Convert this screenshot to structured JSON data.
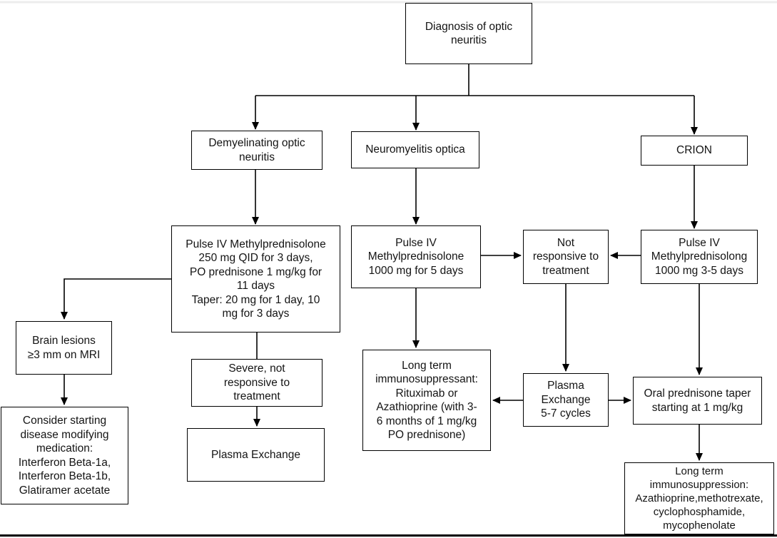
{
  "diagram": {
    "type": "flowchart",
    "topic": "Treatment algorithm for optic neuritis"
  },
  "style": {
    "background": "#ffffff",
    "box_fill": "#ffffff",
    "box_border": "#000000",
    "text_color": "#141414",
    "connector_color": "#000000",
    "top_rule_color": "#ededed",
    "bottom_rule_color": "#000000"
  },
  "nodes": {
    "diagnosis": {
      "label": "Diagnosis of optic\nneuritis"
    },
    "demyelinating": {
      "label": "Demyelinating optic\nneuritis"
    },
    "neuromyelitis": {
      "label": "Neuromyelitis optica"
    },
    "crion": {
      "label": "CRION"
    },
    "pulse_demyelinating": {
      "label": "Pulse IV Methylprednisolone\n250 mg QID for 3 days,\nPO prednisone 1 mg/kg for\n11 days\nTaper: 20 mg for 1 day, 10\nmg for 3 days"
    },
    "pulse_nmo": {
      "label": "Pulse IV\nMethylprednisolone\n1000 mg for 5 days"
    },
    "not_responsive": {
      "label": "Not\nresponsive to\ntreatment"
    },
    "pulse_crion": {
      "label": "Pulse IV\nMethylprednisolong\n1000 mg 3-5 days"
    },
    "brain_lesions": {
      "label": "Brain lesions\n≥3 mm on MRI"
    },
    "severe": {
      "label": "Severe, not\nresponsive to\ntreatment"
    },
    "consider_dmm": {
      "label": "Consider starting\ndisease modifying\nmedication:\nInterferon Beta-1a,\nInterferon Beta-1b,\nGlatiramer acetate"
    },
    "long_term_suppressant": {
      "label": "Long term\nimmunosuppressant:\nRituximab or\nAzathioprine (with 3-\n6 months of 1 mg/kg\nPO prednisone)"
    },
    "plasma_cycles": {
      "label": "Plasma\nExchange\n5-7 cycles"
    },
    "plasma_exchange": {
      "label": "Plasma Exchange"
    },
    "oral_taper": {
      "label": "Oral prednisone taper\nstarting at 1 mg/kg"
    },
    "long_term_suppression": {
      "label": "Long term\nimmunosuppression:\nAzathioprine,methotrexate,\ncyclophosphamide,\nmycophenolate"
    }
  },
  "edges": [
    {
      "from": "diagnosis",
      "to": "demyelinating"
    },
    {
      "from": "diagnosis",
      "to": "neuromyelitis"
    },
    {
      "from": "diagnosis",
      "to": "crion"
    },
    {
      "from": "demyelinating",
      "to": "pulse_demyelinating"
    },
    {
      "from": "neuromyelitis",
      "to": "pulse_nmo"
    },
    {
      "from": "crion",
      "to": "pulse_crion"
    },
    {
      "from": "pulse_demyelinating",
      "to": "brain_lesions"
    },
    {
      "from": "pulse_demyelinating",
      "to": "severe"
    },
    {
      "from": "brain_lesions",
      "to": "consider_dmm"
    },
    {
      "from": "severe",
      "to": "plasma_exchange"
    },
    {
      "from": "pulse_nmo",
      "to": "not_responsive"
    },
    {
      "from": "pulse_crion",
      "to": "not_responsive"
    },
    {
      "from": "not_responsive",
      "to": "plasma_cycles"
    },
    {
      "from": "plasma_cycles",
      "to": "long_term_suppressant"
    },
    {
      "from": "plasma_cycles",
      "to": "oral_taper"
    },
    {
      "from": "pulse_nmo",
      "to": "long_term_suppressant"
    },
    {
      "from": "pulse_crion",
      "to": "oral_taper"
    },
    {
      "from": "oral_taper",
      "to": "long_term_suppression"
    }
  ]
}
